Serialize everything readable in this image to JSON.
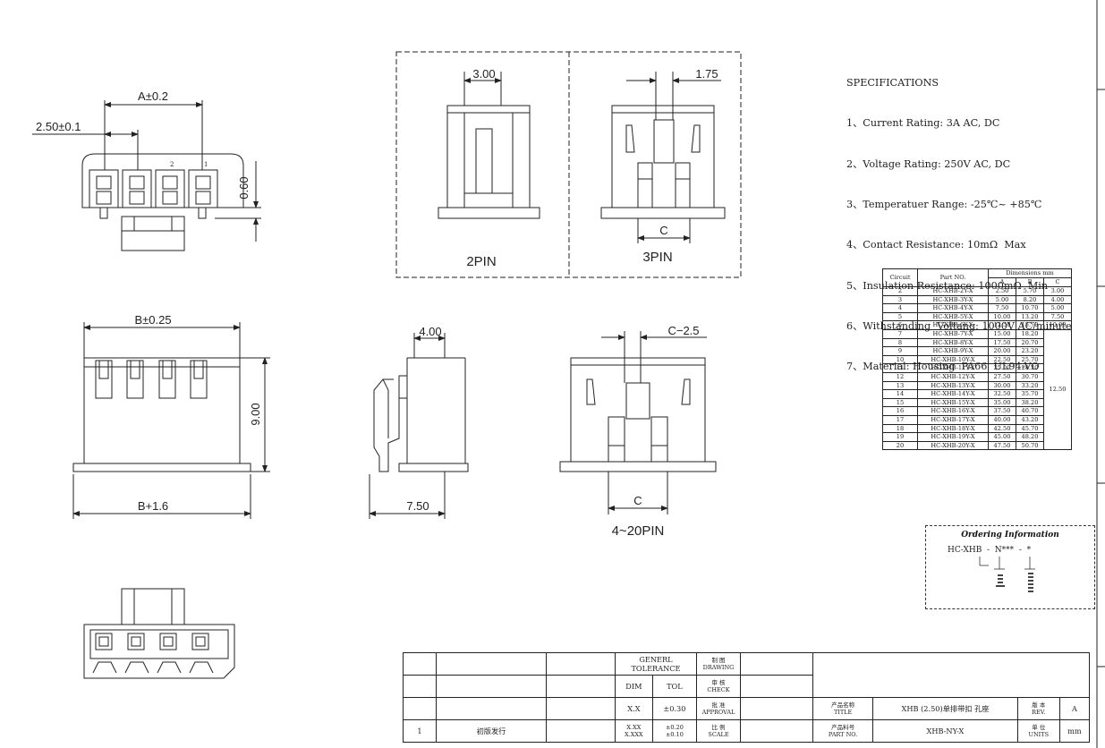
{
  "views": {
    "dim_a": "A±0.2",
    "dim_pitch": "2.50±0.1",
    "dim_060": "0.60",
    "dim_b": "B±0.25",
    "dim_900": "9.00",
    "dim_b16": "B+1.6",
    "dim_400": "4.00",
    "dim_750": "7.50",
    "dim_300": "3.00",
    "dim_175": "1.75",
    "dim_c25": "C−2.5",
    "dim_c": "C",
    "pin_label_2": "2",
    "pin_label_1": "1",
    "label_2pin": "2PIN",
    "label_3pin": "3PIN",
    "label_4_20pin": "4~20PIN"
  },
  "specs": {
    "title": "SPECIFICATIONS",
    "items": [
      "1、Current Rating: 3A AC, DC",
      "2、Voltage Rating: 250V AC, DC",
      "3、Temperatuer Range: -25℃~ +85℃",
      "4、Contact Resistance: 10mΩ  Max",
      "5、Insulation Resistance: 1000mΩ  Min",
      "6、Withstanding  Voltang: 1000V AC/minute",
      "7、Material: Housing  PA66  UL94-VO"
    ]
  },
  "dimension_table": {
    "headers": {
      "circuit": "Circuit",
      "part_no": "Part NO.",
      "dimensions": "Dimensions mm",
      "a": "A",
      "b": "B",
      "c": "C"
    },
    "rows": [
      [
        "2",
        "HC-XHB-2Y-X",
        "2.50",
        "5.70",
        "3.00"
      ],
      [
        "3",
        "HC-XHB-3Y-X",
        "5.00",
        "8.20",
        "4.00"
      ],
      [
        "4",
        "HC-XHB-4Y-X",
        "7.50",
        "10.70",
        "5.00"
      ],
      [
        "5",
        "HC-XHB-5Y-X",
        "10.00",
        "13.20",
        "7.50"
      ],
      [
        "6",
        "HC-XHB-6Y-X",
        "12.50",
        "15.70",
        "10.00"
      ],
      [
        "7",
        "HC-XHB-7Y-X",
        "15.00",
        "18.20"
      ],
      [
        "8",
        "HC-XHB-8Y-X",
        "17.50",
        "20.70"
      ],
      [
        "9",
        "HC-XHB-9Y-X",
        "20.00",
        "23.20"
      ],
      [
        "10",
        "HC-XHB-10Y-X",
        "22.50",
        "25.70"
      ],
      [
        "11",
        "HC-XHB-11Y-X",
        "25.00",
        "28.20"
      ],
      [
        "12",
        "HC-XHB-12Y-X",
        "27.50",
        "30.70"
      ],
      [
        "13",
        "HC-XHB-13Y-X",
        "30.00",
        "33.20"
      ],
      [
        "14",
        "HC-XHB-14Y-X",
        "32.50",
        "35.70"
      ],
      [
        "15",
        "HC-XHB-15Y-X",
        "35.00",
        "38.20"
      ],
      [
        "16",
        "HC-XHB-16Y-X",
        "37.50",
        "40.70"
      ],
      [
        "17",
        "HC-XHB-17Y-X",
        "40.00",
        "43.20"
      ],
      [
        "18",
        "HC-XHB-18Y-X",
        "42.50",
        "45.70"
      ],
      [
        "19",
        "HC-XHB-19Y-X",
        "45.00",
        "48.20"
      ],
      [
        "20",
        "HC-XHB-20Y-X",
        "47.50",
        "50.70"
      ]
    ],
    "merged_c": "12.50"
  },
  "ordering": {
    "title": "Ordering Information",
    "code": "HC-XHB  -  N***  -  *"
  },
  "title_block": {
    "revision_no": "1",
    "revision_desc": "初版发行",
    "tolerance_header": "GENERL TOLERANCE",
    "dim_col": "DIM",
    "tol_col": "TOL",
    "tolerances": [
      {
        "dim": "X.X",
        "tol": "±0.30"
      },
      {
        "dim": "X.XX",
        "tol": "±0.20"
      },
      {
        "dim": "X.XXX",
        "tol": "±0.10"
      }
    ],
    "drawing_cn": "制 图",
    "drawing_en": "DRAWING",
    "check_cn": "审 核",
    "check_en": "CHECK",
    "approval_cn": "批 准",
    "approval_en": "APPROVAL",
    "scale_cn": "比 例",
    "scale_en": "SCALE",
    "title_cn": "产品名称",
    "title_en": "TITLE",
    "title_value": "XHB (2.50)单排带扣 孔座",
    "part_cn": "产品料号",
    "part_en": "PART NO.",
    "part_value": "XHB-NY-X",
    "rev_cn": "版 本",
    "rev_en": "REV.",
    "rev_value": "A",
    "units_cn": "单 位",
    "units_en": "UNITS",
    "units_value": "mm"
  }
}
